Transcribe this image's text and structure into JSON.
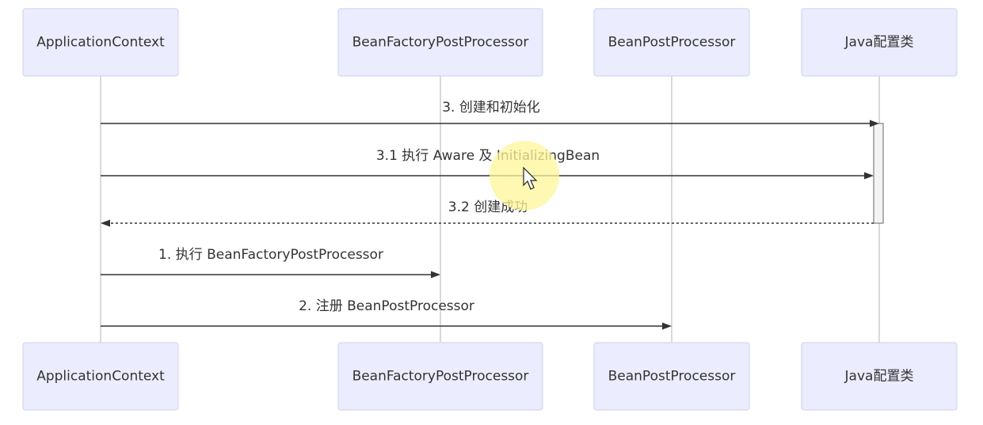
{
  "participants": [
    {
      "id": "app",
      "label": "ApplicationContext"
    },
    {
      "id": "bfpp",
      "label": "BeanFactoryPostProcessor"
    },
    {
      "id": "bpp",
      "label": "BeanPostProcessor"
    },
    {
      "id": "cfg",
      "label": "Java配置类"
    }
  ],
  "messages": [
    {
      "from": "app",
      "to": "cfg",
      "label": "3. 创建和初始化",
      "style": "solid"
    },
    {
      "from": "app",
      "to": "cfg",
      "label": "3.1 执行 Aware 及 InitializingBean",
      "style": "solid"
    },
    {
      "from": "cfg",
      "to": "app",
      "label": "3.2 创建成功",
      "style": "dashed"
    },
    {
      "from": "app",
      "to": "bfpp",
      "label": "1. 执行 BeanFactoryPostProcessor",
      "style": "solid"
    },
    {
      "from": "app",
      "to": "bpp",
      "label": "2. 注册 BeanPostProcessor",
      "style": "solid"
    }
  ],
  "activation": {
    "participant": "cfg",
    "from_message": 0,
    "to_message": 2
  },
  "colors": {
    "actor_fill": "#ECECFF",
    "actor_border": "#D4D6EE",
    "line": "#333333",
    "lifeline": "#b3b3b3",
    "cursor_highlight": "#FFF59A"
  },
  "icons": {
    "cursor": "mouse-pointer-icon"
  }
}
